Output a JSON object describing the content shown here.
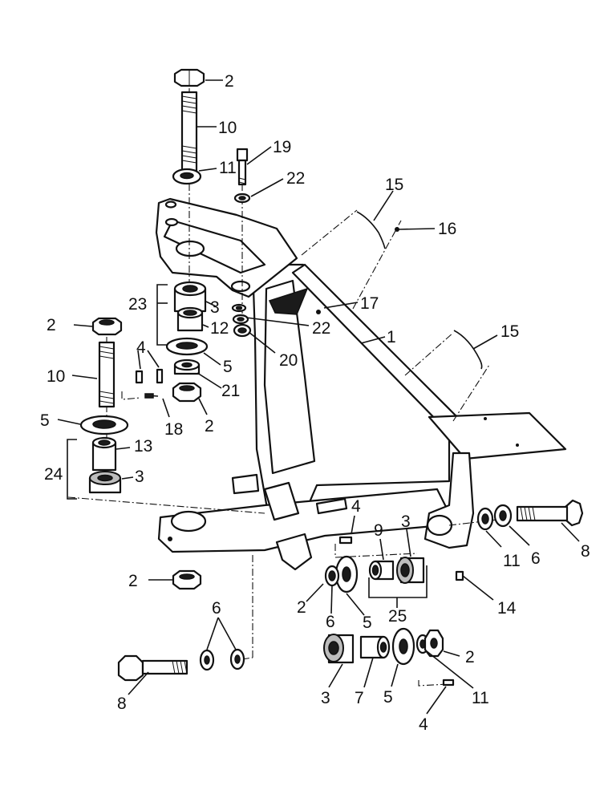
{
  "callouts": [
    {
      "label": "2"
    },
    {
      "label": "10"
    },
    {
      "label": "11"
    },
    {
      "label": "19"
    },
    {
      "label": "22"
    },
    {
      "label": "15"
    },
    {
      "label": "16"
    },
    {
      "label": "23"
    },
    {
      "label": "3"
    },
    {
      "label": "12"
    },
    {
      "label": "17"
    },
    {
      "label": "22"
    },
    {
      "label": "1"
    },
    {
      "label": "20"
    },
    {
      "label": "2"
    },
    {
      "label": "4"
    },
    {
      "label": "5"
    },
    {
      "label": "15"
    },
    {
      "label": "10"
    },
    {
      "label": "21"
    },
    {
      "label": "18"
    },
    {
      "label": "2"
    },
    {
      "label": "5"
    },
    {
      "label": "13"
    },
    {
      "label": "24"
    },
    {
      "label": "3"
    },
    {
      "label": "4"
    },
    {
      "label": "9"
    },
    {
      "label": "3"
    },
    {
      "label": "11"
    },
    {
      "label": "6"
    },
    {
      "label": "8"
    },
    {
      "label": "2"
    },
    {
      "label": "2"
    },
    {
      "label": "6"
    },
    {
      "label": "5"
    },
    {
      "label": "25"
    },
    {
      "label": "14"
    },
    {
      "label": "6"
    },
    {
      "label": "2"
    },
    {
      "label": "8"
    },
    {
      "label": "3"
    },
    {
      "label": "7"
    },
    {
      "label": "5"
    },
    {
      "label": "11"
    },
    {
      "label": "4"
    }
  ]
}
